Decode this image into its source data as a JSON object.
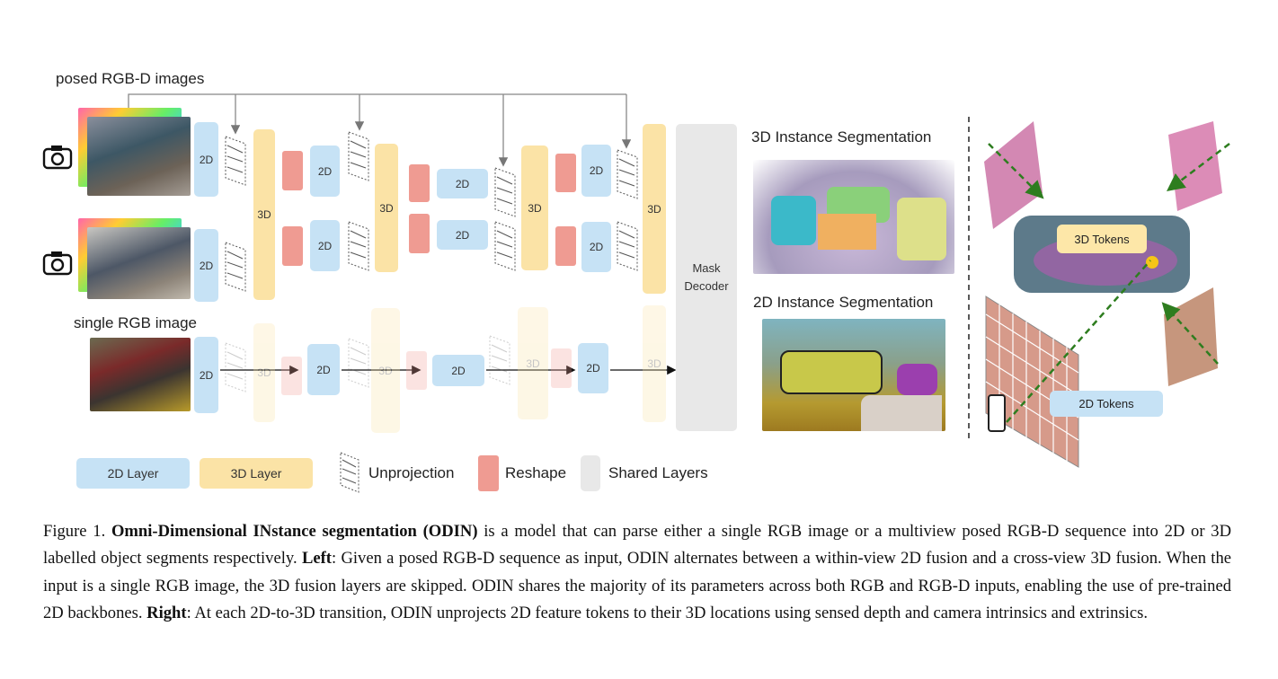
{
  "figure": {
    "labels": {
      "posed": "posed RGB-D images",
      "single": "single RGB image",
      "layer2d": "2D",
      "layer3d": "3D",
      "mask_decoder": "Mask Decoder",
      "seg3d": "3D Instance Segmentation",
      "seg2d": "2D Instance Segmentation",
      "tokens3d": "3D Tokens",
      "tokens2d": "2D Tokens"
    },
    "legend": {
      "layer2d": "2D Layer",
      "layer3d": "3D Layer",
      "unprojection": "Unprojection",
      "reshape": "Reshape",
      "shared": "Shared Layers"
    },
    "colors": {
      "layer2d": "#c6e2f5",
      "layer3d": "#fbe3a6",
      "reshape": "#ef9b92",
      "shared": "#e8e8e8"
    }
  },
  "caption": {
    "prefix": "Figure 1. ",
    "title": "Omni-Dimensional INstance segmentation (ODIN)",
    "text1": " is a model that can parse either a single RGB image or a multiview posed RGB-D sequence into 2D or 3D labelled object segments respectively. ",
    "left_label": "Left",
    "text2": ": Given a posed RGB-D sequence as input, ODIN alternates between a within-view 2D fusion and a cross-view 3D fusion. When the input is a single RGB image, the 3D fusion layers are skipped. ODIN shares the majority of its parameters across both RGB and RGB-D inputs, enabling the use of pre-trained 2D backbones. ",
    "right_label": "Right",
    "text3": ": At each 2D-to-3D transition, ODIN unprojects 2D feature tokens to their 3D locations using sensed depth and camera intrinsics and extrinsics."
  }
}
